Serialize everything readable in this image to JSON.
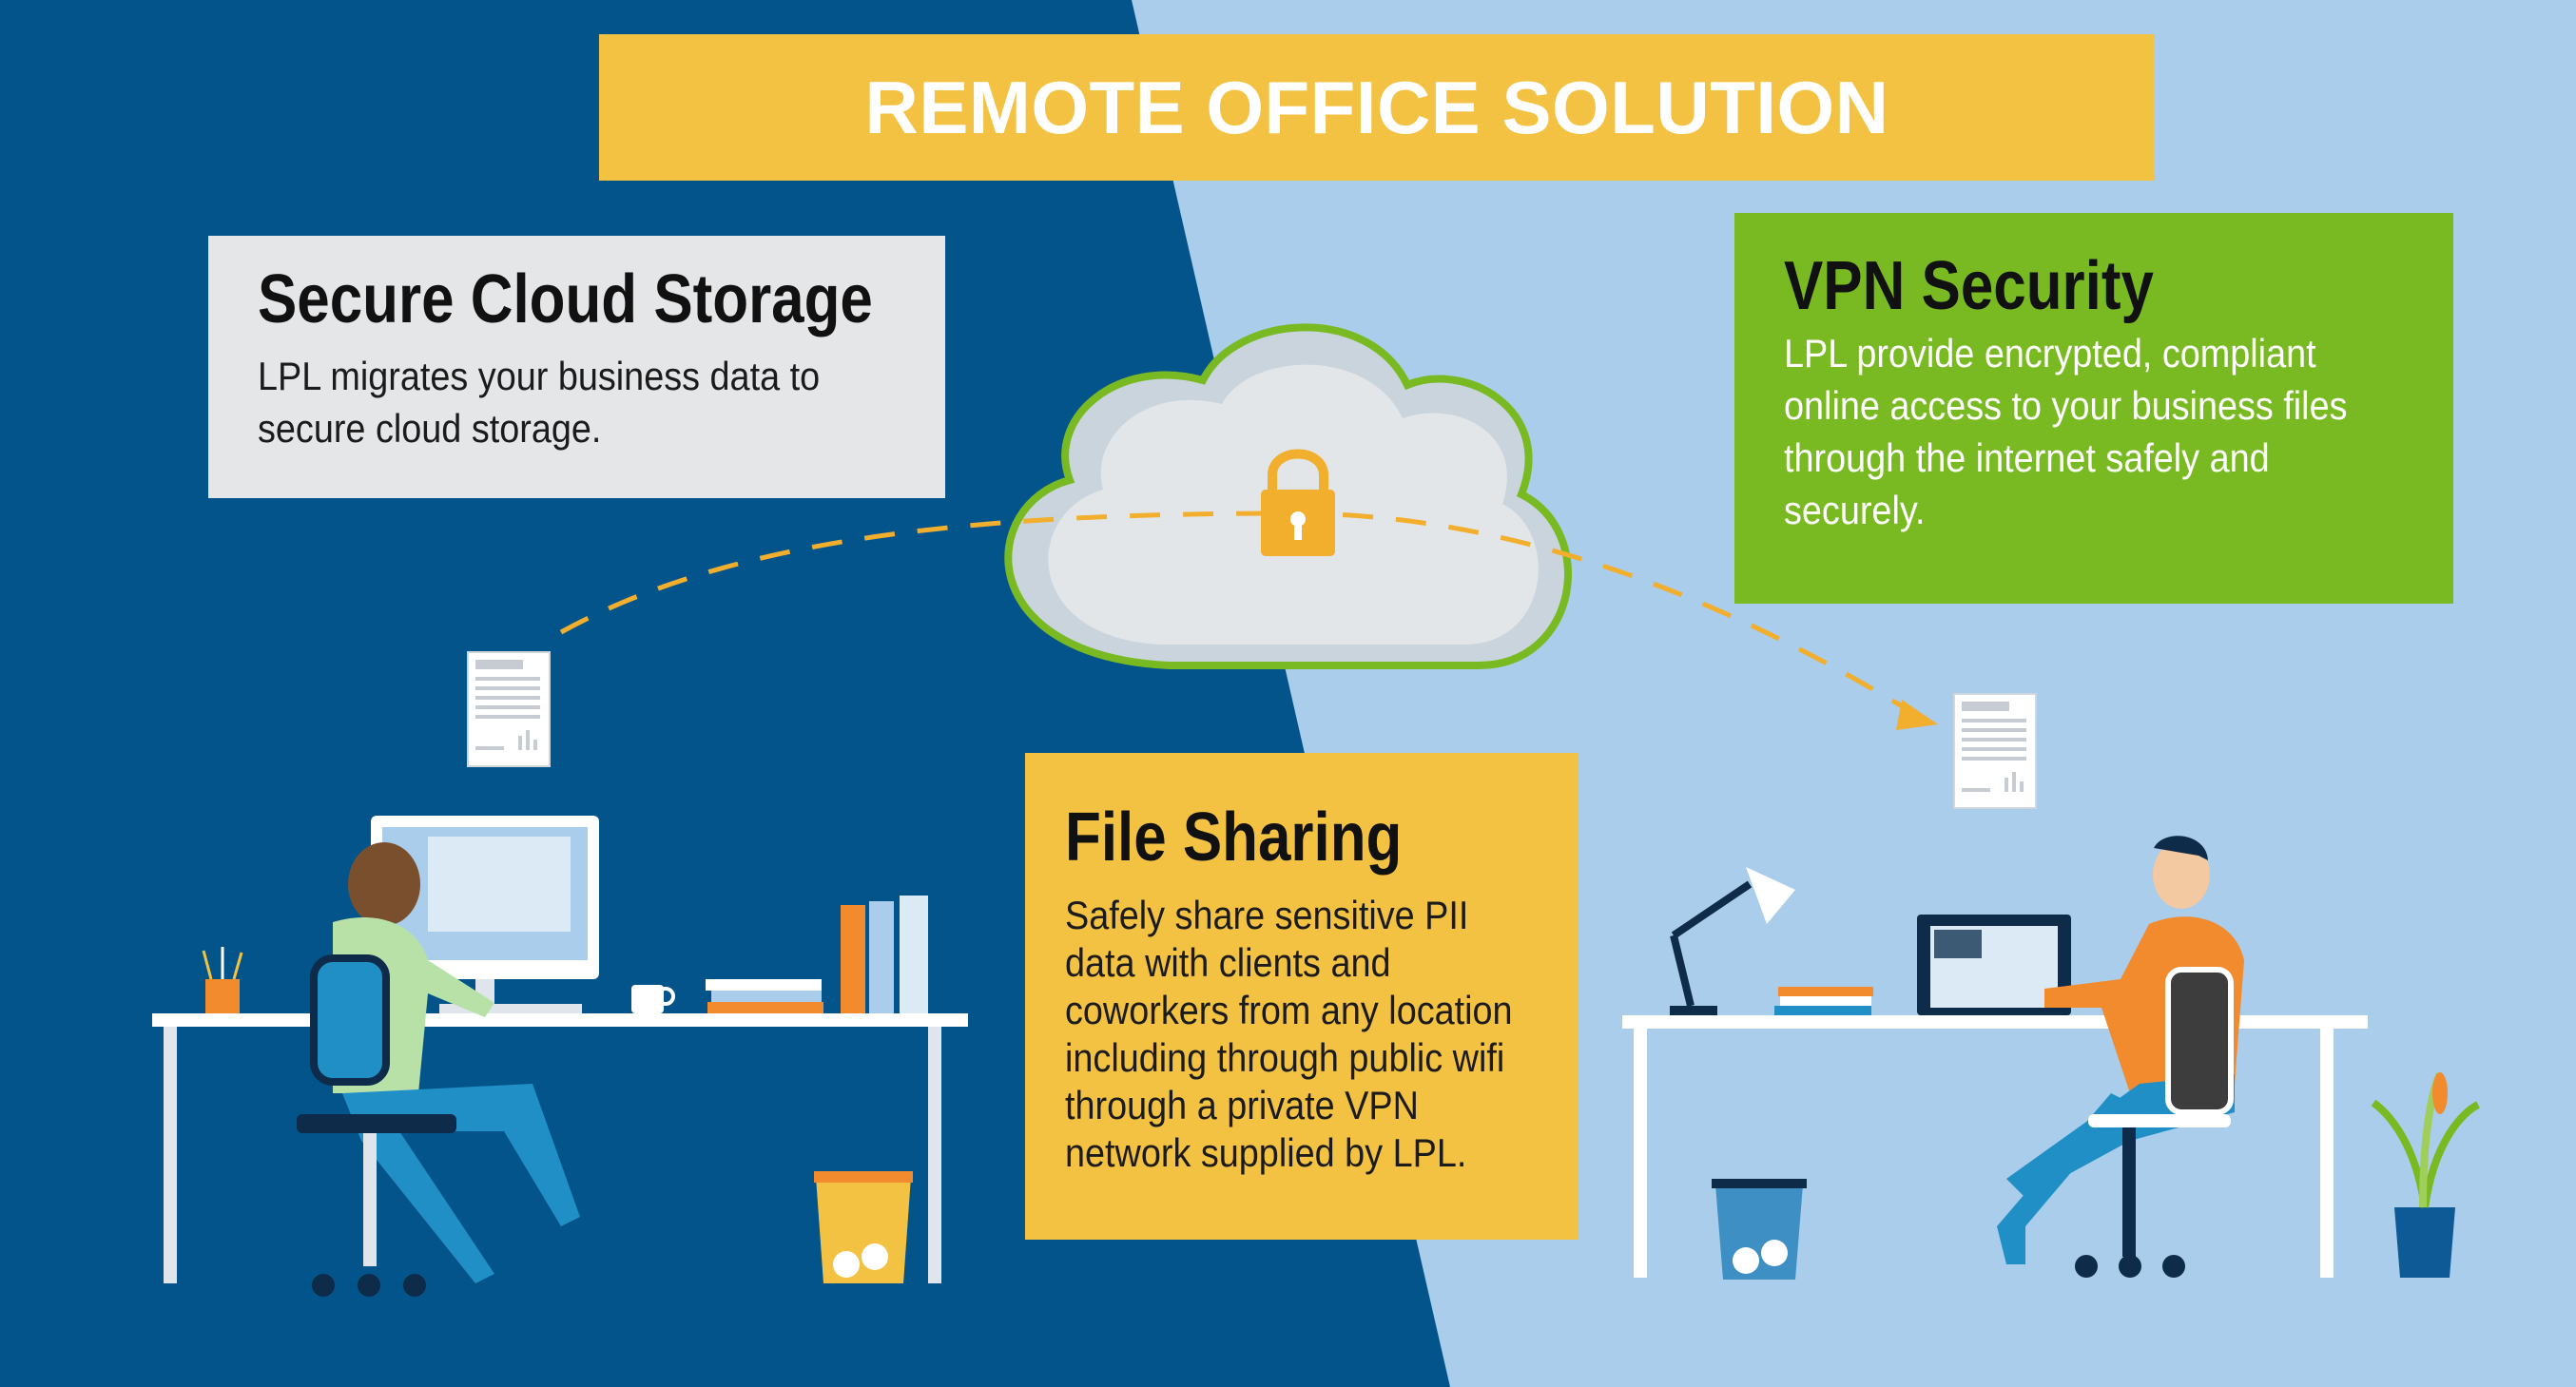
{
  "banner": {
    "title": "REMOTE OFFICE SOLUTION"
  },
  "cards": {
    "cloud": {
      "title": "Secure Cloud Storage",
      "body": "LPL migrates your business data to secure cloud storage."
    },
    "vpn": {
      "title": "VPN Security",
      "body": "LPL provide encrypted, compliant online access to your business files through the internet safely and securely."
    },
    "sharing": {
      "title": "File Sharing",
      "body": "Safely share sensitive PII data with clients and coworkers from any location including through public wifi through a private VPN network supplied by LPL."
    }
  },
  "colors": {
    "dark_blue": "#04548c",
    "light_blue": "#a9cdea",
    "yellow": "#f4c243",
    "green": "#79ba22",
    "card_grey": "#e5e6e8",
    "arrow_orange": "#f2ae2d"
  },
  "icons": [
    "cloud-icon",
    "padlock-icon",
    "document-icon",
    "desk-lamp-icon",
    "plant-icon",
    "trash-bin-icon",
    "laptop-icon",
    "monitor-icon"
  ]
}
